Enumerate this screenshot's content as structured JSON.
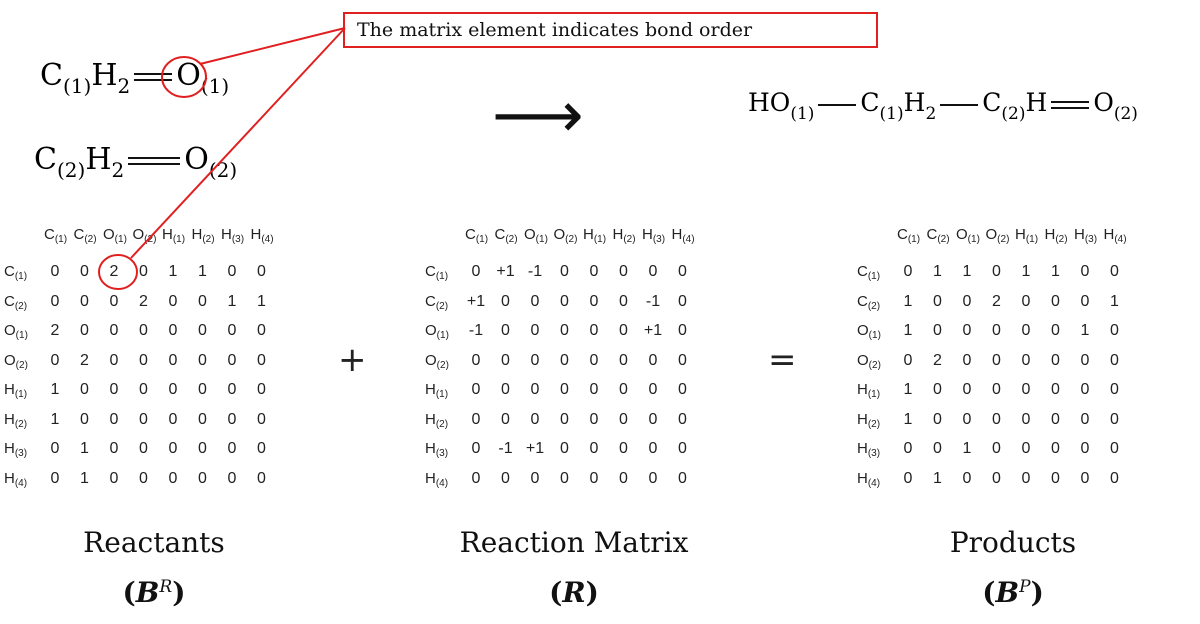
{
  "callout": {
    "text": "The matrix element indicates bond order"
  },
  "reactants_formula": {
    "formaldehyde_1": {
      "left": "C",
      "left_sub": "(1)",
      "mid": "H",
      "mid_sub": "2",
      "right": "O",
      "right_sub": "(1)"
    },
    "formaldehyde_2": {
      "left": "C",
      "left_sub": "(2)",
      "mid": "H",
      "mid_sub": "2",
      "right": "O",
      "right_sub": "(2)"
    }
  },
  "product_formula": {
    "a": "HO",
    "a_sub": "(1)",
    "b": "C",
    "b_sub": "(1)",
    "b2": "H",
    "b2_sub": "2",
    "c": "C",
    "c_sub": "(2)",
    "c2": "H",
    "d": "O",
    "d_sub": "(2)"
  },
  "arrow": "⟶",
  "operators": {
    "plus": "+",
    "equals": "="
  },
  "atoms": [
    {
      "base": "C",
      "sub": "(1)"
    },
    {
      "base": "C",
      "sub": "(2)"
    },
    {
      "base": "O",
      "sub": "(1)"
    },
    {
      "base": "O",
      "sub": "(2)"
    },
    {
      "base": "H",
      "sub": "(1)"
    },
    {
      "base": "H",
      "sub": "(2)"
    },
    {
      "base": "H",
      "sub": "(3)"
    },
    {
      "base": "H",
      "sub": "(4)"
    }
  ],
  "matrices": {
    "reactants": {
      "caption": "Reactants",
      "symbol": "B",
      "symbol_sup": "R",
      "rows": [
        [
          "0",
          "0",
          "2",
          "0",
          "1",
          "1",
          "0",
          "0"
        ],
        [
          "0",
          "0",
          "0",
          "2",
          "0",
          "0",
          "1",
          "1"
        ],
        [
          "2",
          "0",
          "0",
          "0",
          "0",
          "0",
          "0",
          "0"
        ],
        [
          "0",
          "2",
          "0",
          "0",
          "0",
          "0",
          "0",
          "0"
        ],
        [
          "1",
          "0",
          "0",
          "0",
          "0",
          "0",
          "0",
          "0"
        ],
        [
          "1",
          "0",
          "0",
          "0",
          "0",
          "0",
          "0",
          "0"
        ],
        [
          "0",
          "1",
          "0",
          "0",
          "0",
          "0",
          "0",
          "0"
        ],
        [
          "0",
          "1",
          "0",
          "0",
          "0",
          "0",
          "0",
          "0"
        ]
      ]
    },
    "reaction": {
      "caption": "Reaction Matrix",
      "symbol": "R",
      "symbol_sup": "",
      "rows": [
        [
          "0",
          "+1",
          "-1",
          "0",
          "0",
          "0",
          "0",
          "0"
        ],
        [
          "+1",
          "0",
          "0",
          "0",
          "0",
          "0",
          "-1",
          "0"
        ],
        [
          "-1",
          "0",
          "0",
          "0",
          "0",
          "0",
          "+1",
          "0"
        ],
        [
          "0",
          "0",
          "0",
          "0",
          "0",
          "0",
          "0",
          "0"
        ],
        [
          "0",
          "0",
          "0",
          "0",
          "0",
          "0",
          "0",
          "0"
        ],
        [
          "0",
          "0",
          "0",
          "0",
          "0",
          "0",
          "0",
          "0"
        ],
        [
          "0",
          "-1",
          "+1",
          "0",
          "0",
          "0",
          "0",
          "0"
        ],
        [
          "0",
          "0",
          "0",
          "0",
          "0",
          "0",
          "0",
          "0"
        ]
      ]
    },
    "products": {
      "caption": "Products",
      "symbol": "B",
      "symbol_sup": "P",
      "rows": [
        [
          "0",
          "1",
          "1",
          "0",
          "1",
          "1",
          "0",
          "0"
        ],
        [
          "1",
          "0",
          "0",
          "2",
          "0",
          "0",
          "0",
          "1"
        ],
        [
          "1",
          "0",
          "0",
          "0",
          "0",
          "0",
          "1",
          "0"
        ],
        [
          "0",
          "2",
          "0",
          "0",
          "0",
          "0",
          "0",
          "0"
        ],
        [
          "1",
          "0",
          "0",
          "0",
          "0",
          "0",
          "0",
          "0"
        ],
        [
          "1",
          "0",
          "0",
          "0",
          "0",
          "0",
          "0",
          "0"
        ],
        [
          "0",
          "0",
          "1",
          "0",
          "0",
          "0",
          "0",
          "0"
        ],
        [
          "0",
          "1",
          "0",
          "0",
          "0",
          "0",
          "0",
          "0"
        ]
      ]
    }
  },
  "highlight_color": "#e02020"
}
